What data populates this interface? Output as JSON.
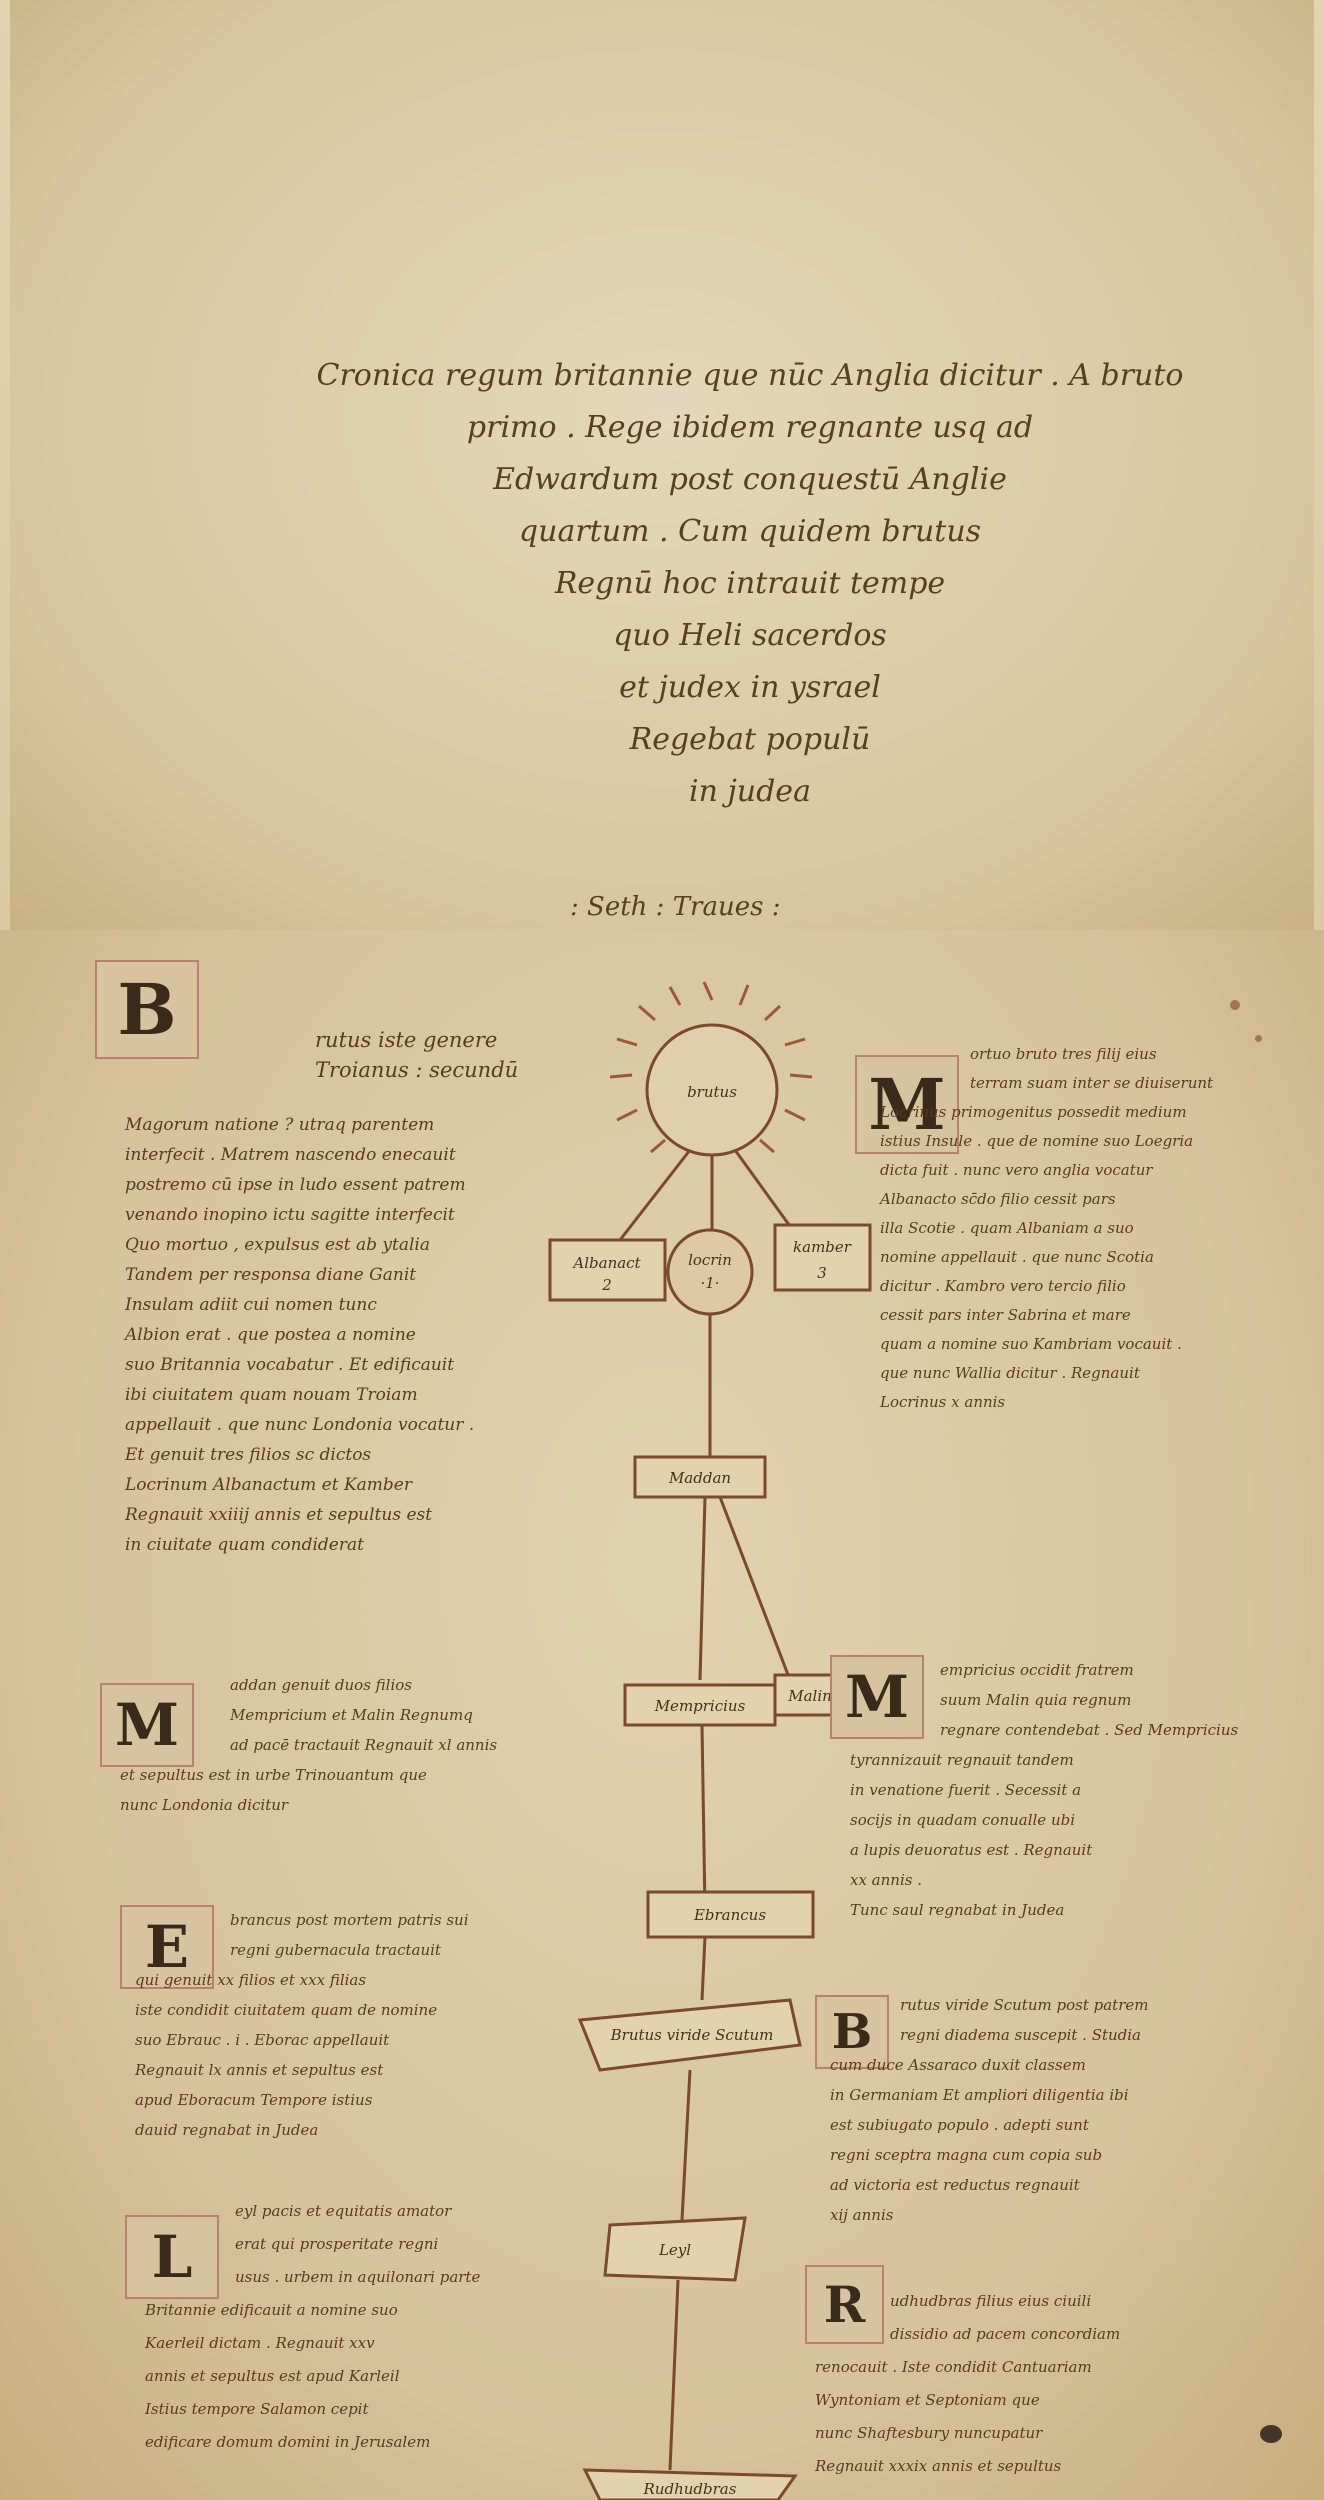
{
  "title_lines": [
    "Cronica regum britannie que nūc Anglia dicitur . A bruto",
    "primo . Rege ibidem regnante usq ad",
    "Edwardum post conquestū Anglie",
    "quartum . Cum quidem brutus",
    "Regnū hoc intrauit tempe",
    "quo Heli sacerdos",
    "et judex in ysrael",
    "Regebat populū",
    "in judea"
  ],
  "seth_line": ": Seth : Traues :",
  "initials": [
    "B",
    "M",
    "M",
    "M",
    "E",
    "B",
    "L",
    "R"
  ],
  "tree_nodes": {
    "brutus": "brutus",
    "albanactus": "Albanact",
    "albanactus_num": "2",
    "locrinus": "locrin",
    "locrinus_num": "·1·",
    "kamber": "kamber",
    "kamber_num": "3",
    "maddan": "Maddan",
    "mempricius": "Mempricius",
    "malin": "Malin",
    "ebrancus": "Ebrancus",
    "brutus_viride": "Brutus viride Scutum",
    "leyl": "Leyl",
    "rudhudbras": "Rudhudbras"
  },
  "paragraphs": {
    "brutus_head": [
      "rutus iste genere",
      "Troianus : secundū"
    ],
    "brutus_body": [
      "Magorum natione ? utraq parentem",
      "interfecit . Matrem nascendo enecauit",
      "postremo cū ipse in ludo essent patrem",
      "venando inopino ictu sagitte interfecit",
      "Quo mortuo , expulsus est ab ytalia",
      "Tandem per responsa diane Ganit",
      "Insulam adiit cui nomen tunc",
      "Albion erat . que postea a nomine",
      "suo Britannia vocabatur . Et edificauit",
      "ibi ciuitatem quam nouam Troiam",
      "appellauit . que nunc Londonia vocatur .",
      "Et genuit tres filios sc dictos",
      "Locrinum Albanactum et Kamber",
      "Regnauit xxiiij annis et sepultus est",
      "in ciuitate quam condiderat"
    ],
    "mortuo_bruto": [
      "ortuo bruto tres filij eius",
      "terram suam inter se diuiserunt",
      "Locrinus primogenitus possedit medium",
      "istius Insule . que de nomine suo Loegria",
      "dicta fuit . nunc vero anglia vocatur",
      "Albanacto sc̄do filio cessit pars",
      "illa Scotie . quam Albaniam a suo",
      "nomine appellauit . que nunc Scotia",
      "dicitur . Kambro vero tercio filio",
      "cessit pars inter Sabrina et mare",
      "quam a nomine suo Kambriam vocauit .",
      "que nunc Wallia dicitur . Regnauit",
      "Locrinus x annis"
    ],
    "maddan": [
      "addan genuit duos filios",
      "Mempricium et Malin Regnumq",
      "ad pacē tractauit Regnauit xl annis",
      "et sepultus est in urbe Trinouantum que",
      "nunc Londonia dicitur"
    ],
    "mempricius": [
      "empricius occidit fratrem",
      "suum Malin quia regnum",
      "regnare contendebat . Sed Mempricius",
      "tyrannizauit regnauit tandem",
      "in venatione fuerit . Secessit a",
      "socijs in quadam conualle ubi",
      "a lupis deuoratus est . Regnauit",
      "xx annis .",
      "Tunc saul regnabat in Judea"
    ],
    "ebrancus": [
      "brancus post mortem patris sui",
      "regni gubernacula tractauit",
      "qui genuit xx filios et xxx filias",
      "iste condidit ciuitatem quam de nomine",
      "suo Ebrauc . i . Eborac appellauit",
      "Regnauit lx annis et sepultus est",
      "apud Eboracum Tempore istius",
      "dauid regnabat in Judea"
    ],
    "brutus_viride": [
      "rutus viride Scutum post patrem",
      "regni diadema suscepit . Studia",
      "cum duce Assaraco duxit classem",
      "in Germaniam Et ampliori diligentia ibi",
      "est subiugato populo . adepti sunt",
      "regni sceptra magna cum copia sub",
      "ad victoria est reductus regnauit",
      "xij annis"
    ],
    "leyl": [
      "eyl pacis et equitatis amator",
      "erat qui prosperitate regni",
      "usus . urbem in aquilonari parte",
      "Britannie edificauit a nomine suo",
      "Kaerleil dictam . Regnauit xxv",
      "annis et sepultus est apud Karleil",
      "Istius tempore Salamon cepit",
      "edificare domum domini in Jerusalem"
    ],
    "rudhudbras": [
      "udhudbras filius eius ciuili",
      "dissidio ad pacem concordiam",
      "renocauit . Iste condidit Cantuariam",
      "Wyntoniam et Septoniam que",
      "nunc Shaftesbury nuncupatur",
      "Regnauit xxxix annis et sepultus"
    ]
  }
}
